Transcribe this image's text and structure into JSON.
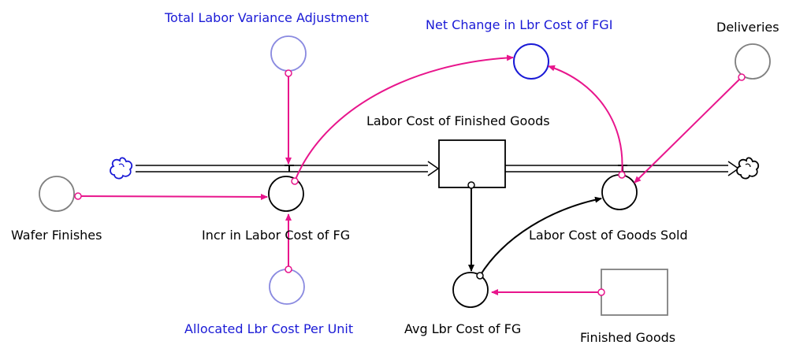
{
  "diagram": {
    "colors": {
      "link": "#e8158c",
      "black": "#000000",
      "blue_label": "#1a1ad6",
      "ghost_circle": "#8a8ae0",
      "gray_shape": "#808080",
      "dark_blue_circle": "#1a1ad6"
    },
    "labels": {
      "total_labor_variance": "Total Labor Variance Adjustment",
      "net_change": "Net Change in Lbr Cost of FGI",
      "deliveries": "Deliveries",
      "labor_cost_fg": "Labor Cost of Finished Goods",
      "wafer_finishes": "Wafer Finishes",
      "incr_labor_cost": "Incr in Labor Cost of FG",
      "labor_cost_goods_sold": "Labor Cost of Goods Sold",
      "allocated_lbr_cost": "Allocated Lbr Cost Per Unit",
      "avg_lbr_cost": "Avg Lbr Cost of FG",
      "finished_goods": "Finished Goods"
    },
    "icons": {
      "source_cloud": "cloud-icon",
      "sink_cloud": "cloud-icon"
    }
  }
}
